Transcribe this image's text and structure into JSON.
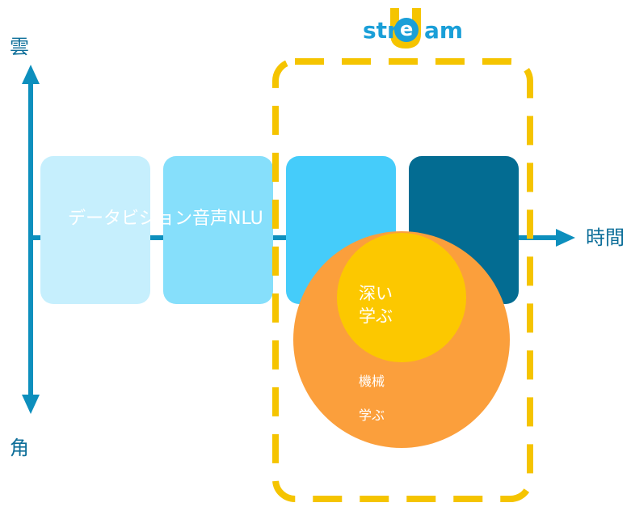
{
  "logo": {
    "text_left": "str",
    "text_center": "e",
    "text_right": "am",
    "big_letter": "U",
    "colors": {
      "text": "#1a9fd8",
      "u_letter": "#f5c400"
    }
  },
  "axes": {
    "y_top_label": "雲",
    "y_bottom_label": "角",
    "x_right_label": "時間",
    "color": "#0d8fbd"
  },
  "boxes": [
    {
      "color": "#c6effd"
    },
    {
      "color": "#86dffb"
    },
    {
      "color": "#45ccfa"
    },
    {
      "color": "#036c92"
    }
  ],
  "boxes_caption": "データビジョン音声NLU",
  "circles": {
    "outer": {
      "line1": "機械",
      "line2": "学ぶ",
      "color": "#fb9f3c"
    },
    "inner": {
      "line1": "深い",
      "line2": "学ぶ",
      "color": "#fcc800"
    }
  },
  "frame": {
    "color": "#f5c400"
  }
}
